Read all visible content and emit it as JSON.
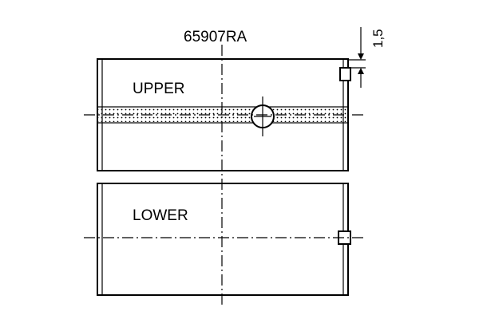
{
  "part_number": "65907RA",
  "upper_label": "UPPER",
  "lower_label": "LOWER",
  "dimension_label": "1,5",
  "colors": {
    "line": "#000000",
    "background": "#ffffff"
  }
}
